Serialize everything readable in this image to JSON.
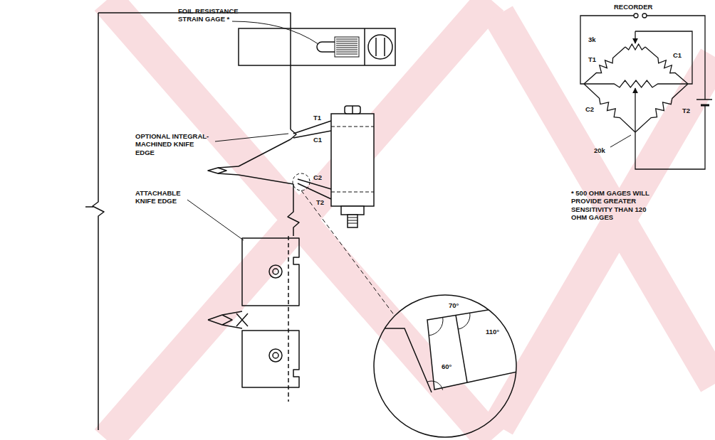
{
  "diagram": {
    "labels": [
      "FOIL RESISTANCE STRAIN GAGE *",
      "RECORDER",
      "3k",
      "T1",
      "C1",
      "C2",
      "T2",
      "20k",
      "OPTIONAL INTEGRAL-MACHINED KNIFE EDGE",
      "T1",
      "C1",
      "C2",
      "T2",
      "ATTACHABLE KNIFE EDGE",
      "* 500 OHM GAGES WILL PROVIDE GREATER SENSITIVITY THAN 120 OHM GAGES",
      "70°",
      "110°",
      "60°"
    ]
  }
}
